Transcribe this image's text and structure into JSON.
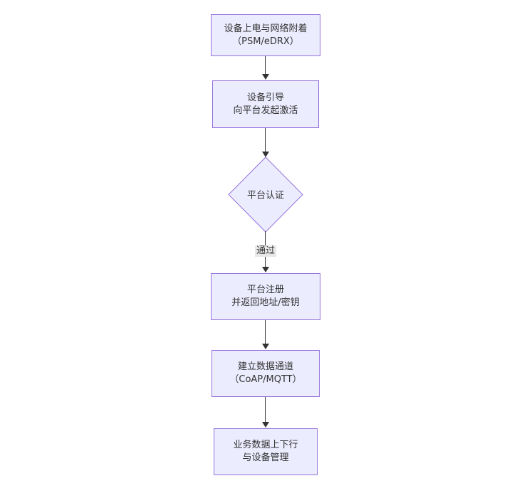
{
  "diagram": {
    "type": "flowchart-top-down",
    "colors": {
      "background": "#ffffff",
      "node_fill": "#ECECFF",
      "node_border": "#9370DB",
      "text": "#333333",
      "arrow": "#333333",
      "edge_label_bg": "#e8e8e8"
    },
    "nodes": [
      {
        "id": "power-attach",
        "shape": "rect",
        "lines": [
          "设备上电与网络附着",
          "（PSM/eDRX）"
        ]
      },
      {
        "id": "bootstrap",
        "shape": "rect",
        "lines": [
          "设备引导",
          "向平台发起激活"
        ]
      },
      {
        "id": "auth",
        "shape": "diamond",
        "lines": [
          "平台认证"
        ]
      },
      {
        "id": "register",
        "shape": "rect",
        "lines": [
          "平台注册",
          "并返回地址/密钥"
        ]
      },
      {
        "id": "channel",
        "shape": "rect",
        "lines": [
          "建立数据通道",
          "（CoAP/MQTT）"
        ]
      },
      {
        "id": "business",
        "shape": "rect",
        "lines": [
          "业务数据上下行",
          "与设备管理"
        ]
      }
    ],
    "edges": [
      {
        "from": "power-attach",
        "to": "bootstrap",
        "label": ""
      },
      {
        "from": "bootstrap",
        "to": "auth",
        "label": ""
      },
      {
        "from": "auth",
        "to": "register",
        "label": "通过"
      },
      {
        "from": "register",
        "to": "channel",
        "label": ""
      },
      {
        "from": "channel",
        "to": "business",
        "label": ""
      }
    ]
  }
}
